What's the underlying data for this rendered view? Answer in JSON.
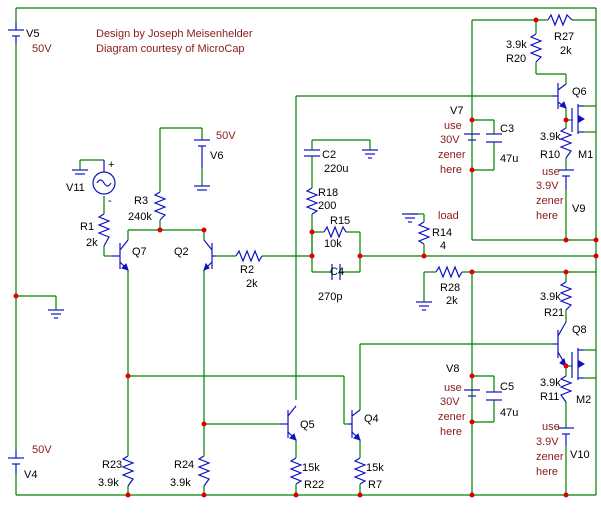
{
  "credits": {
    "line1": "Design by Joseph Meisenhelder",
    "line2": "Diagram courtesy of MicroCap"
  },
  "components": {
    "v5": {
      "name": "V5",
      "value": "50V"
    },
    "v4": {
      "name": "V4",
      "value": "50V"
    },
    "v6": {
      "name": "V6",
      "value": "50V"
    },
    "v11": {
      "name": "V11",
      "plus": "+",
      "minus": "-"
    },
    "v7": {
      "name": "V7",
      "note": [
        "use",
        "30V",
        "zener",
        "here"
      ]
    },
    "v8": {
      "name": "V8",
      "note": [
        "use",
        "30V",
        "zener",
        "here"
      ]
    },
    "v9": {
      "name": "V9",
      "note": [
        "use",
        "3.9V",
        "zener",
        "here"
      ]
    },
    "v10": {
      "name": "V10",
      "note": [
        "use",
        "3.9V",
        "zener",
        "here"
      ]
    },
    "r1": {
      "name": "R1",
      "value": "2k"
    },
    "r2": {
      "name": "R2",
      "value": "2k"
    },
    "r3": {
      "name": "R3",
      "value": "240k"
    },
    "r7": {
      "name": "R7",
      "value": "15k"
    },
    "r10": {
      "name": "R10",
      "value": "3.9k"
    },
    "r11": {
      "name": "R11",
      "value": "3.9k"
    },
    "r14": {
      "name": "R14",
      "value": "4",
      "note": "load"
    },
    "r15": {
      "name": "R15",
      "value": "10k"
    },
    "r18": {
      "name": "R18",
      "value": "200"
    },
    "r20": {
      "name": "R20",
      "value": "3.9k"
    },
    "r21": {
      "name": "R21",
      "value": "3.9k"
    },
    "r22": {
      "name": "R22",
      "value": "15k"
    },
    "r23": {
      "name": "R23",
      "value": "3.9k"
    },
    "r24": {
      "name": "R24",
      "value": "3.9k"
    },
    "r27": {
      "name": "R27",
      "value": "2k"
    },
    "r28": {
      "name": "R28",
      "value": "2k"
    },
    "c2": {
      "name": "C2",
      "value": "220u"
    },
    "c3": {
      "name": "C3",
      "value": "47u"
    },
    "c4": {
      "name": "C4",
      "value": "270p"
    },
    "c5": {
      "name": "C5",
      "value": "47u"
    },
    "q2": {
      "name": "Q2"
    },
    "q4": {
      "name": "Q4"
    },
    "q5": {
      "name": "Q5"
    },
    "q6": {
      "name": "Q6"
    },
    "q7": {
      "name": "Q7"
    },
    "q8": {
      "name": "Q8"
    },
    "m1": {
      "name": "M1"
    },
    "m2": {
      "name": "M2"
    }
  }
}
